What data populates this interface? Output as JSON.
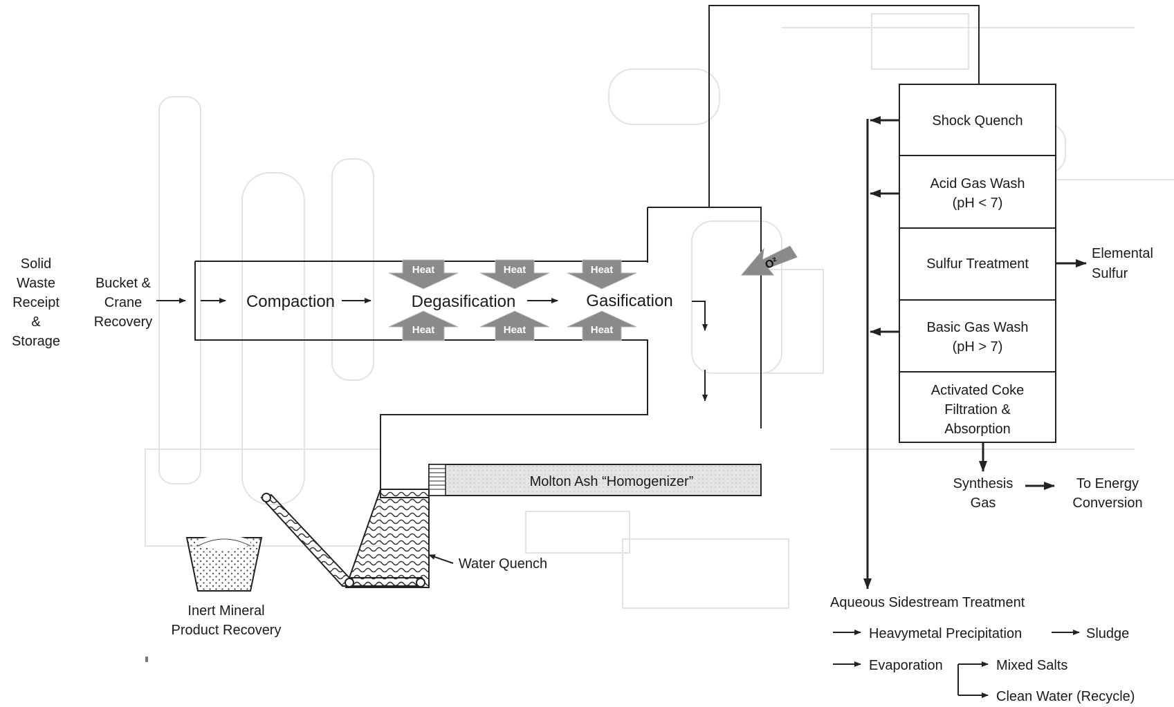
{
  "inputs": {
    "solid_waste": [
      "Solid",
      "Waste",
      "Receipt",
      "&",
      "Storage"
    ],
    "bucket_crane": [
      "Bucket &",
      "Crane",
      "Recovery"
    ]
  },
  "stages": {
    "compaction": "Compaction",
    "degasification": "Degasification",
    "gasification": "Gasification",
    "heat_label": "Heat",
    "oxygen": "O²"
  },
  "ash": {
    "homogenizer": "Molton Ash “Homogenizer”",
    "water_quench": "Water Quench",
    "mineral_recovery": [
      "Inert Mineral",
      "Product Recovery"
    ]
  },
  "tower": {
    "shock_quench": [
      "Shock Quench"
    ],
    "acid_gas_wash": [
      "Acid Gas Wash",
      "(pH < 7)"
    ],
    "sulfur_treatment": [
      "Sulfur Treatment"
    ],
    "basic_gas_wash": [
      "Basic Gas Wash",
      "(pH > 7)"
    ],
    "activated_coke": [
      "Activated Coke",
      "Filtration &",
      "Absorption"
    ]
  },
  "outputs": {
    "elemental_sulfur": [
      "Elemental",
      "Sulfur"
    ],
    "synthesis_gas": [
      "Synthesis",
      "Gas"
    ],
    "energy_conversion": [
      "To Energy",
      "Conversion"
    ]
  },
  "sidestream": {
    "title": "Aqueous Sidestream Treatment",
    "heavymetal": "Heavymetal Precipitation",
    "sludge": "Sludge",
    "evaporation": "Evaporation",
    "mixed_salts": "Mixed Salts",
    "clean_water": "Clean Water (Recycle)"
  },
  "colors": {
    "heat_arrow": "#8a8a8a",
    "duct_fill": "#dcdcdc",
    "line": "#222222"
  }
}
